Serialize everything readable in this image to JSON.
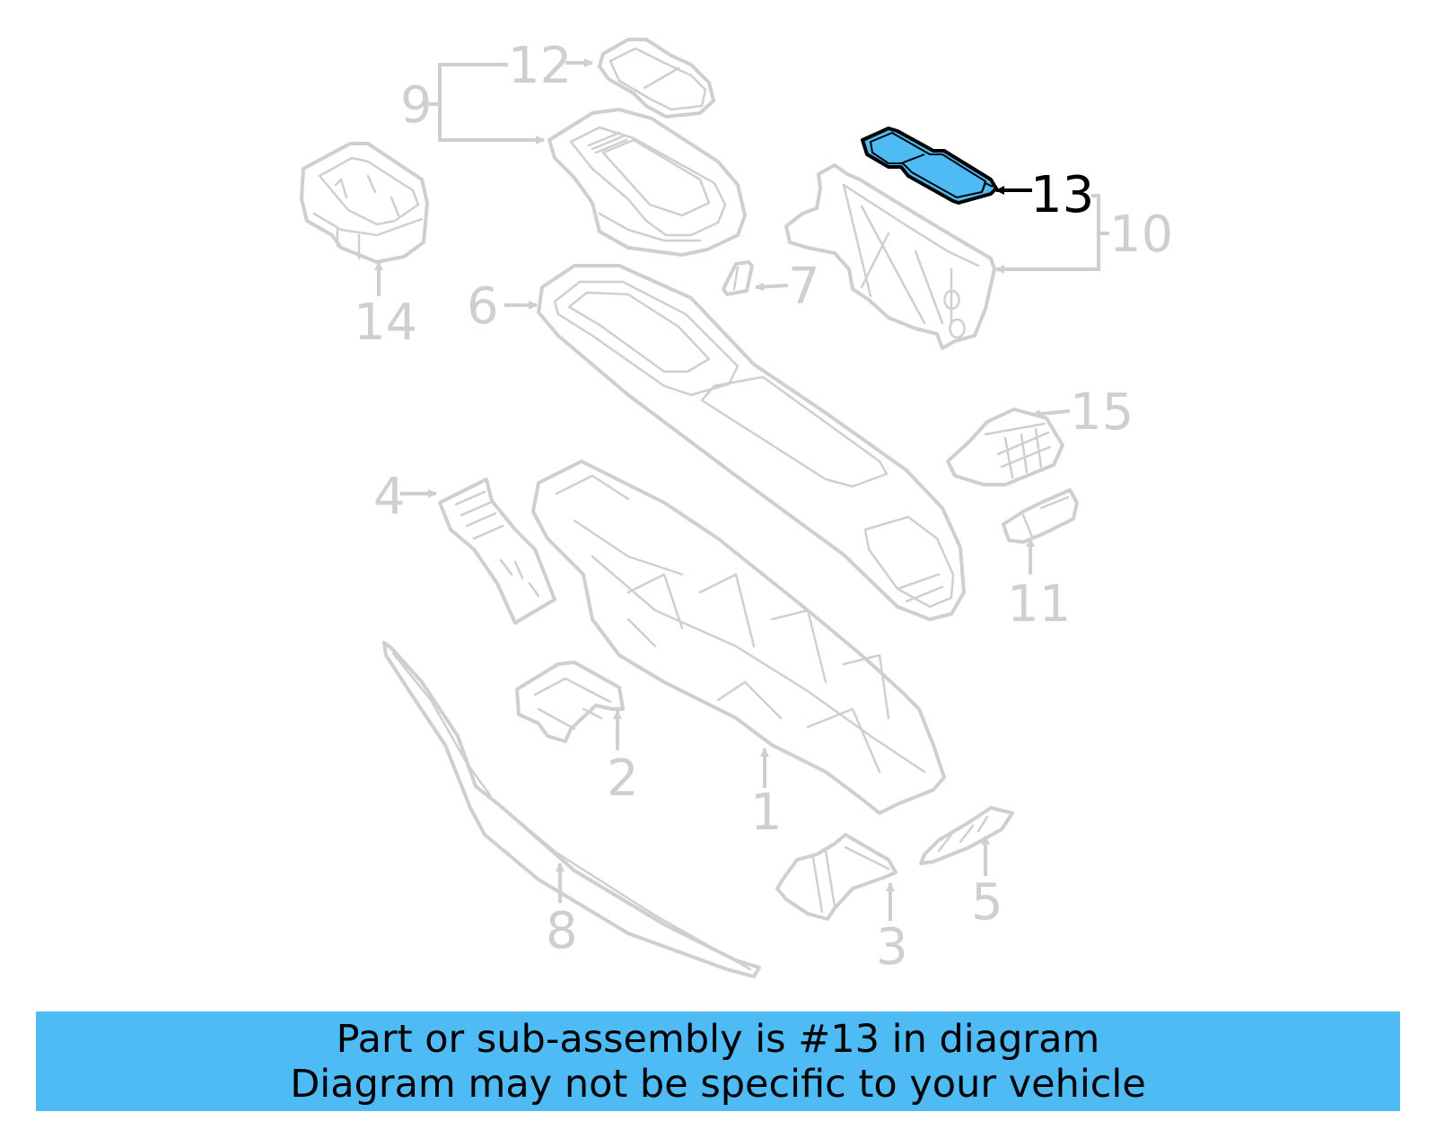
{
  "diagram": {
    "highlight_color": "#4ebbf5",
    "line_color": "#cfcfcf",
    "highlighted_part": "13",
    "callouts": [
      {
        "id": "1",
        "label": "1"
      },
      {
        "id": "2",
        "label": "2"
      },
      {
        "id": "3",
        "label": "3"
      },
      {
        "id": "4",
        "label": "4"
      },
      {
        "id": "5",
        "label": "5"
      },
      {
        "id": "6",
        "label": "6"
      },
      {
        "id": "7",
        "label": "7"
      },
      {
        "id": "8",
        "label": "8"
      },
      {
        "id": "9",
        "label": "9"
      },
      {
        "id": "10",
        "label": "10"
      },
      {
        "id": "11",
        "label": "11"
      },
      {
        "id": "12",
        "label": "12"
      },
      {
        "id": "13",
        "label": "13"
      },
      {
        "id": "14",
        "label": "14"
      },
      {
        "id": "15",
        "label": "15"
      }
    ]
  },
  "banner": {
    "line1": "Part or sub-assembly is #13 in diagram",
    "line2": "Diagram may not be specific to your vehicle",
    "background": "#4ebbf5"
  }
}
